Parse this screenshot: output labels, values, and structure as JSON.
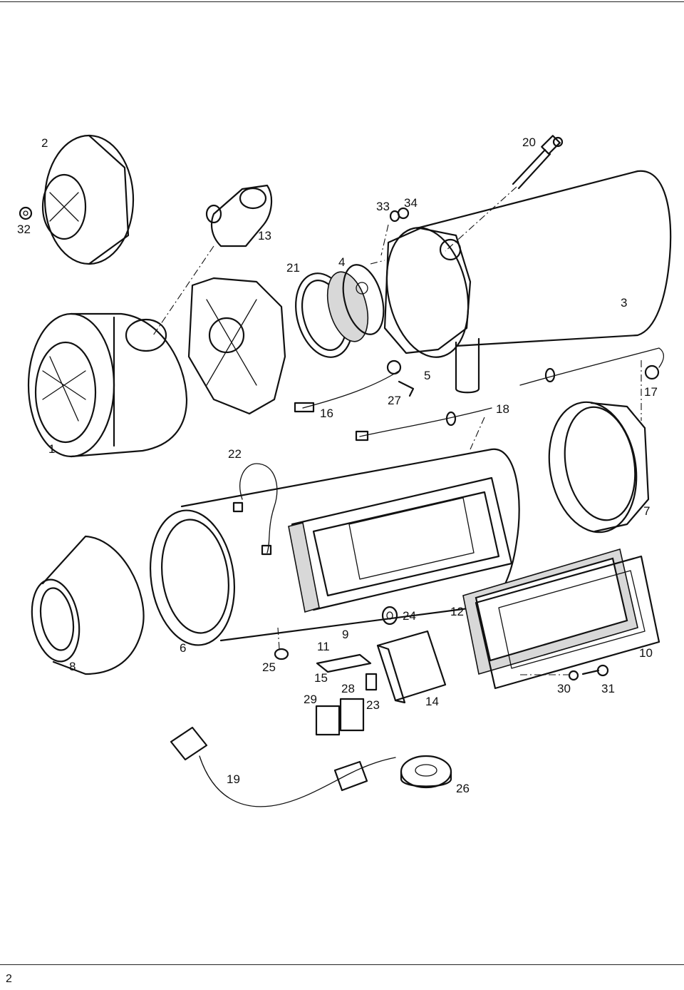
{
  "page": {
    "number": "2"
  },
  "parts": [
    {
      "id": "p1",
      "label": "1"
    },
    {
      "id": "p2",
      "label": "2"
    },
    {
      "id": "p3",
      "label": "3"
    },
    {
      "id": "p4",
      "label": "4"
    },
    {
      "id": "p5",
      "label": "5"
    },
    {
      "id": "p6",
      "label": "6"
    },
    {
      "id": "p7",
      "label": "7"
    },
    {
      "id": "p8",
      "label": "8"
    },
    {
      "id": "p9",
      "label": "9"
    },
    {
      "id": "p10",
      "label": "10"
    },
    {
      "id": "p11",
      "label": "11"
    },
    {
      "id": "p12",
      "label": "12"
    },
    {
      "id": "p13",
      "label": "13"
    },
    {
      "id": "p14",
      "label": "14"
    },
    {
      "id": "p15",
      "label": "15"
    },
    {
      "id": "p16",
      "label": "16"
    },
    {
      "id": "p17",
      "label": "17"
    },
    {
      "id": "p18",
      "label": "18"
    },
    {
      "id": "p19",
      "label": "19"
    },
    {
      "id": "p20",
      "label": "20"
    },
    {
      "id": "p21",
      "label": "21"
    },
    {
      "id": "p22",
      "label": "22"
    },
    {
      "id": "p23",
      "label": "23"
    },
    {
      "id": "p24",
      "label": "24"
    },
    {
      "id": "p25",
      "label": "25"
    },
    {
      "id": "p26",
      "label": "26"
    },
    {
      "id": "p27",
      "label": "27"
    },
    {
      "id": "p28",
      "label": "28"
    },
    {
      "id": "p29",
      "label": "29"
    },
    {
      "id": "p30",
      "label": "30"
    },
    {
      "id": "p31",
      "label": "31"
    },
    {
      "id": "p32",
      "label": "32"
    },
    {
      "id": "p33",
      "label": "33"
    },
    {
      "id": "p34",
      "label": "34"
    }
  ]
}
